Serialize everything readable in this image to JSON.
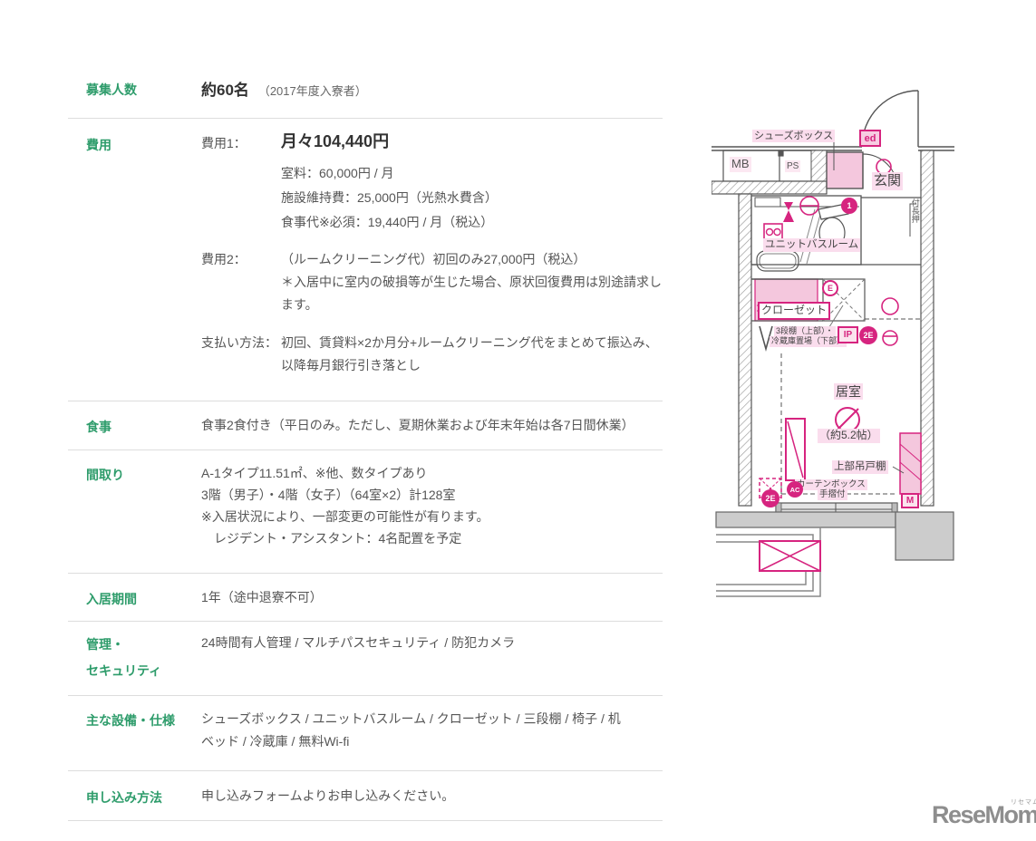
{
  "colors": {
    "accent_green": "#2e9c6b",
    "magenta": "#d6247f",
    "light_pink": "#f4c7dd",
    "label_pink": "#fadded"
  },
  "table": {
    "rows": [
      {
        "label": "募集人数",
        "value": "約60名",
        "note": "（2017年度入寮者）"
      },
      {
        "label": "費用",
        "sub_rows": [
          {
            "label": "費用1：",
            "headline": "月々104,440円",
            "lines": [
              "室料：60,000円 / 月",
              "施設維持費：25,000円（光熱水費含）",
              "食事代※必須：19,440円 / 月（税込）"
            ]
          },
          {
            "label": "費用2：",
            "lines": [
              "（ルームクリーニング代）初回のみ27,000円（税込）",
              "＊入居中に室内の破損等が生じた場合、原状回復費用は別途請求します。"
            ]
          },
          {
            "label": "支払い方法：",
            "lines": [
              "初回、賃貸料×2か月分+ルームクリーニング代をまとめて振込み、以降毎月銀行引き落とし"
            ]
          }
        ]
      },
      {
        "label": "食事",
        "lines": [
          "食事2食付き（平日のみ。ただし、夏期休業および年末年始は各7日間休業）"
        ]
      },
      {
        "label": "間取り",
        "lines": [
          "A-1タイプ11.51㎡、※他、数タイプあり",
          "3階（男子）・4階（女子）（64室×2）計128室",
          "※入居状況により、一部変更の可能性が有ります。",
          "　レジデント・アシスタント：4名配置を予定"
        ]
      },
      {
        "label": "入居期間",
        "lines": [
          "1年（途中退寮不可）"
        ]
      },
      {
        "label": "管理・\nセキュリティ",
        "lines": [
          "24時間有人管理 / マルチパスセキュリティ / 防犯カメラ"
        ]
      },
      {
        "label": "主な設備・仕様",
        "lines": [
          "シューズボックス / ユニットバスルーム / クローゼット / 三段棚 / 椅子 / 机",
          "ベッド / 冷蔵庫 / 無料Wi-fi"
        ]
      },
      {
        "label": "申し込み方法",
        "lines": [
          "申し込みフォームよりお申し込みください。"
        ]
      }
    ]
  },
  "floorplan": {
    "labels": {
      "shoes_box": "シューズボックス",
      "ed": "ed",
      "mb": "MB",
      "ps": "PS",
      "entrance": "玄関",
      "nageshi": "付長押",
      "unit_bath": "ユニットバスルーム",
      "closet": "クローゼット",
      "shelf_note_1": "3段棚（上部）・",
      "shelf_note_2": "冷蔵庫置場（下部）",
      "e": "E",
      "ip": "IP",
      "two_e": "2E",
      "room": "居室",
      "room_size": "（約5.2帖）",
      "upper_cabinet": "上部吊戸棚",
      "curtain_box": "カーテンボックス",
      "handrail": "手摺付",
      "ac": "AC",
      "two_e_low": "2E",
      "m": "M",
      "one": "1"
    }
  },
  "logo": {
    "text": "ReseMom.",
    "ruby": "リセマム"
  }
}
